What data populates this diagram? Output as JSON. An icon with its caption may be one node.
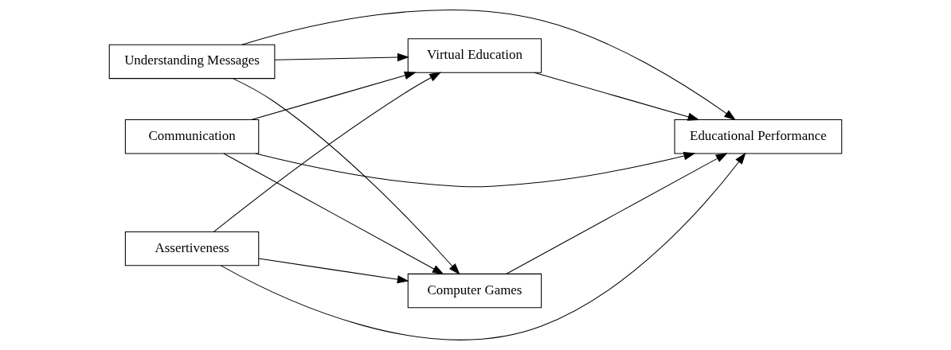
{
  "diagram": {
    "nodes": [
      {
        "text": [
          "Understanding Messages"
        ]
      },
      {
        "text": [
          "Communication"
        ]
      },
      {
        "text": [
          "Assertiveness"
        ]
      },
      {
        "text": [
          "Virtual Education"
        ]
      },
      {
        "text": [
          "Computer Games"
        ]
      },
      {
        "text": [
          "Educational Performance"
        ]
      }
    ],
    "edges": [
      {
        "from": 0,
        "to": 3,
        "arrow": "to"
      },
      {
        "from": 0,
        "to": 5,
        "arrow": "to"
      },
      {
        "from": 0,
        "to": 4,
        "arrow": "to"
      },
      {
        "from": 1,
        "to": 3,
        "arrow": "to"
      },
      {
        "from": 1,
        "to": 5,
        "arrow": "to"
      },
      {
        "from": 1,
        "to": 4,
        "arrow": "to"
      },
      {
        "from": 2,
        "to": 3,
        "arrow": "to"
      },
      {
        "from": 2,
        "to": 5,
        "arrow": "to"
      },
      {
        "from": 2,
        "to": 4,
        "arrow": "to"
      },
      {
        "from": 3,
        "to": 5,
        "arrow": "to"
      },
      {
        "from": 4,
        "to": 5,
        "arrow": "to"
      }
    ]
  }
}
